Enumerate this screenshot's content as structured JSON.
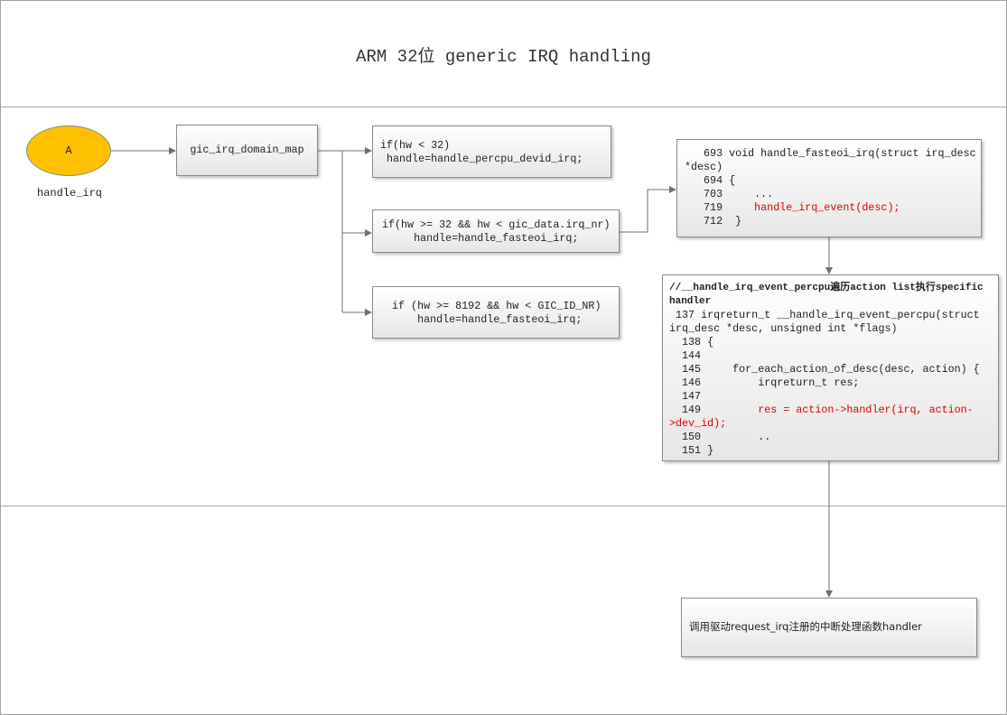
{
  "title": "ARM 32位 generic IRQ handling",
  "start_node": {
    "label": "A",
    "caption": "handle_irq",
    "color": "#ffc000"
  },
  "domain_map": {
    "label": "gic_irq_domain_map"
  },
  "branches": [
    {
      "lines": [
        "if(hw < 32)",
        " handle=handle_percpu_devid_irq;"
      ]
    },
    {
      "lines": [
        "if(hw >= 32 && hw < gic_data.irq_nr)",
        "     handle=handle_fasteoi_irq;"
      ]
    },
    {
      "lines": [
        " if (hw >= 8192 && hw < GIC_ID_NR)",
        "     handle=handle_fasteoi_irq;"
      ]
    }
  ],
  "fasteoi_box": {
    "lines": [
      "   693 void handle_fasteoi_irq(struct irq_desc",
      "*desc)",
      "   694 {",
      "   703     ...",
      "   719     ",
      "   712  }"
    ],
    "highlight": "handle_irq_event(desc);"
  },
  "percpu_box": {
    "comment": "//__handle_irq_event_percpu遍历action list执行specific\nhandler",
    "lines": [
      " 137 irqreturn_t __handle_irq_event_percpu(struct",
      "irq_desc *desc, unsigned int *flags)",
      "  138 {",
      "  144",
      "  145     for_each_action_of_desc(desc, action) {",
      "  146         irqreturn_t res;",
      "  147"
    ],
    "highlight_prefix": "  149         ",
    "highlight": "res = action->handler(irq, action-\n>dev_id);",
    "tail": [
      "  150         ..",
      "  151 }"
    ]
  },
  "final_box": {
    "label": "调用驱动request_irq注册的中断处理函数handler"
  },
  "colors": {
    "highlight": "#e00000",
    "node": "#ffc000"
  }
}
